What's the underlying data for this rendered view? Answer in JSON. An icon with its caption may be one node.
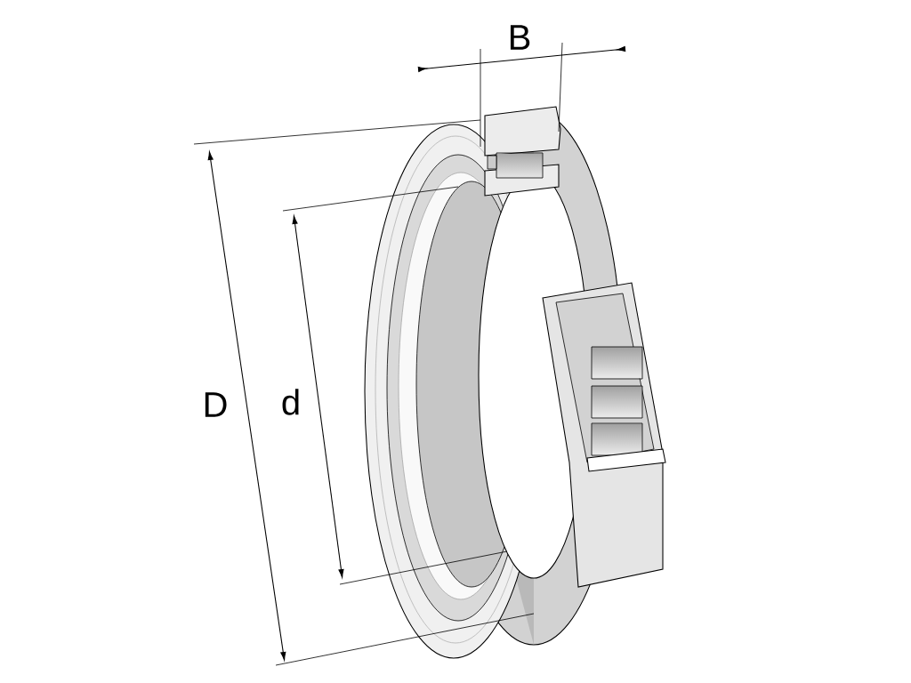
{
  "diagram": {
    "labels": [
      "B",
      "D",
      "d"
    ]
  }
}
